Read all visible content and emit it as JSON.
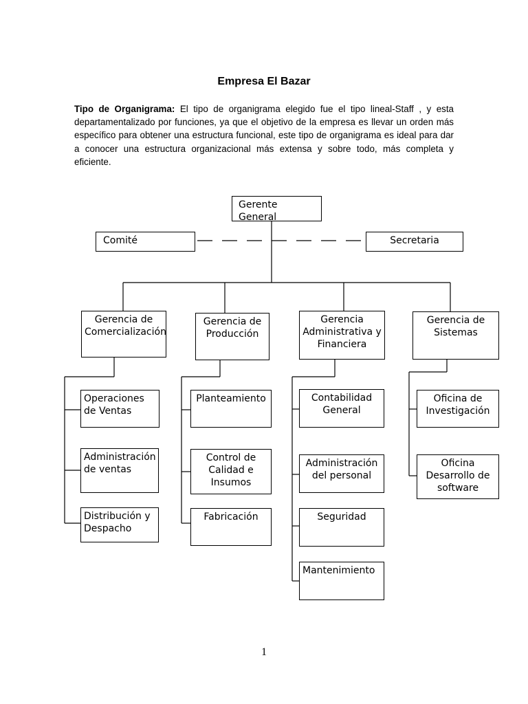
{
  "document": {
    "title": "Empresa El Bazar",
    "intro_label": "Tipo de Organigrama:",
    "intro_text": " El tipo de organigrama  elegido fue el tipo lineal-Staff , y esta departamentalizado por funciones, ya que el objetivo de la empresa es llevar un orden más específico para  obtener una estructura funcional, este tipo de organigrama es ideal para dar a conocer una estructura organizacional más extensa y sobre todo, más completa y eficiente.",
    "page_number": "1"
  },
  "org_chart": {
    "general_manager": "Gerente General",
    "staff_left": "Comité",
    "staff_right": "Secretaria",
    "departments": [
      {
        "name": "Gerencia de Comercialización",
        "units": [
          "Operaciones de Ventas",
          "Administración de ventas",
          "Distribución y Despacho"
        ]
      },
      {
        "name": "Gerencia de Producción",
        "units": [
          "Planteamiento",
          "Control de Calidad e Insumos",
          "Fabricación"
        ]
      },
      {
        "name": "Gerencia Administrativa y Financiera",
        "units": [
          "Contabilidad General",
          "Administración del personal",
          "Seguridad",
          "Mantenimiento"
        ]
      },
      {
        "name": "Gerencia de Sistemas",
        "units": [
          "Oficina de Investigación",
          "Oficina Desarrollo de software"
        ]
      }
    ]
  }
}
